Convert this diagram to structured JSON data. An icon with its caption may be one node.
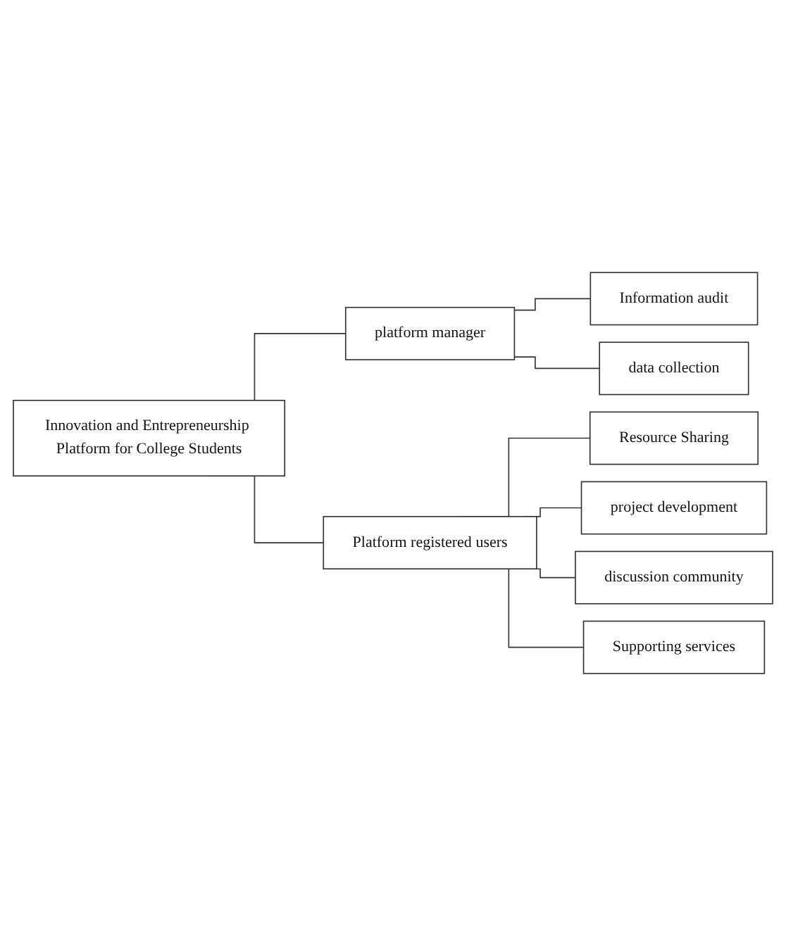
{
  "diagram": {
    "nodes": [
      {
        "text": [
          "Innovation and Entrepreneurship Platform for College Students"
        ]
      },
      {
        "text": [
          "platform manager"
        ]
      },
      {
        "text": [
          "Platform registered users"
        ]
      },
      {
        "text": [
          "Information audit"
        ]
      },
      {
        "text": [
          "data collection"
        ]
      },
      {
        "text": [
          "Resource Sharing"
        ]
      },
      {
        "text": [
          "project development"
        ]
      },
      {
        "text": [
          "discussion community"
        ]
      },
      {
        "text": [
          "Supporting services"
        ]
      }
    ],
    "edges": [
      {
        "from": 0,
        "to": 1,
        "arrow": "none"
      },
      {
        "from": 0,
        "to": 2,
        "arrow": "none"
      },
      {
        "from": 1,
        "to": 3,
        "arrow": "none"
      },
      {
        "from": 1,
        "to": 4,
        "arrow": "none"
      },
      {
        "from": 2,
        "to": 5,
        "arrow": "none"
      },
      {
        "from": 2,
        "to": 6,
        "arrow": "none"
      },
      {
        "from": 2,
        "to": 7,
        "arrow": "none"
      },
      {
        "from": 2,
        "to": 8,
        "arrow": "none"
      }
    ]
  }
}
